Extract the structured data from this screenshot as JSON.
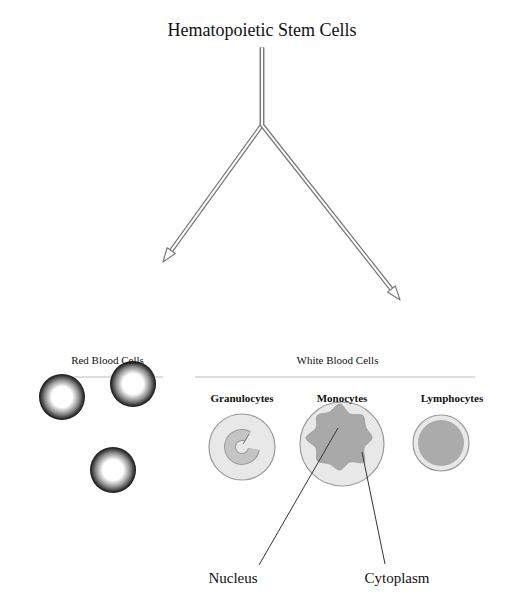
{
  "diagram": {
    "nodes": [
      {
        "text": [
          "Hematopoietic Stem Cells"
        ]
      },
      {
        "text": [
          "Red Blood Cells"
        ]
      },
      {
        "text": [
          "White Blood Cells"
        ]
      },
      {
        "text": [
          "Granulocytes"
        ],
        "in": 2
      },
      {
        "text": [
          "Monocytes"
        ],
        "in": 2
      },
      {
        "text": [
          "Lymphocytes"
        ],
        "in": 2
      }
    ],
    "edges": [
      {
        "from": 0,
        "to": 1,
        "arrow": "to"
      },
      {
        "from": 0,
        "to": 2,
        "arrow": "to"
      }
    ],
    "labels": [
      "Nucleus",
      "Cytoplasm"
    ]
  }
}
